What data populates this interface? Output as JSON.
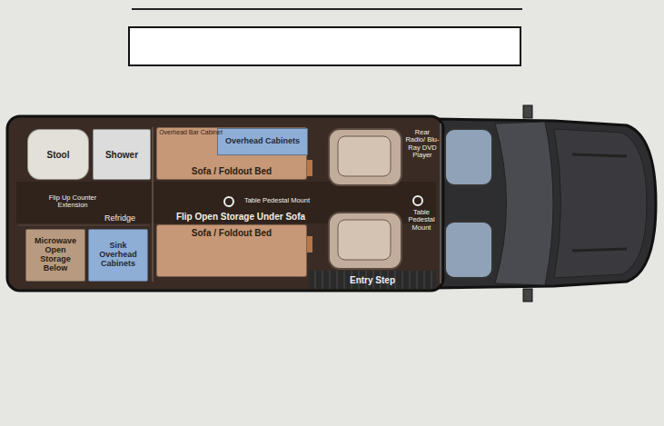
{
  "diagram": {
    "nodes": [
      {
        "text": [
          "Stool"
        ]
      },
      {
        "text": [
          "Shower"
        ]
      },
      {
        "text": [
          "Sofa / Foldout Bed"
        ]
      },
      {
        "text": [
          "Overhead Cabinets"
        ],
        "in": 2
      },
      {
        "text": [
          "Microwave Open Storage Below"
        ]
      },
      {
        "text": [
          "Sink Overhead Cabinets"
        ]
      },
      {
        "text": [
          "Sofa / Foldout Bed"
        ]
      },
      {
        "text": [
          "Entry Step"
        ]
      }
    ],
    "labels": [
      "Overhead Bar Cabinet",
      "Rear Radio/ Blu-Ray DVD Player",
      "Flip Up Counter Extension",
      "Refridge",
      "Table Pedestal Mount",
      "Flip Open Storage Under Sofa",
      "Table Pedestal Mount"
    ]
  }
}
